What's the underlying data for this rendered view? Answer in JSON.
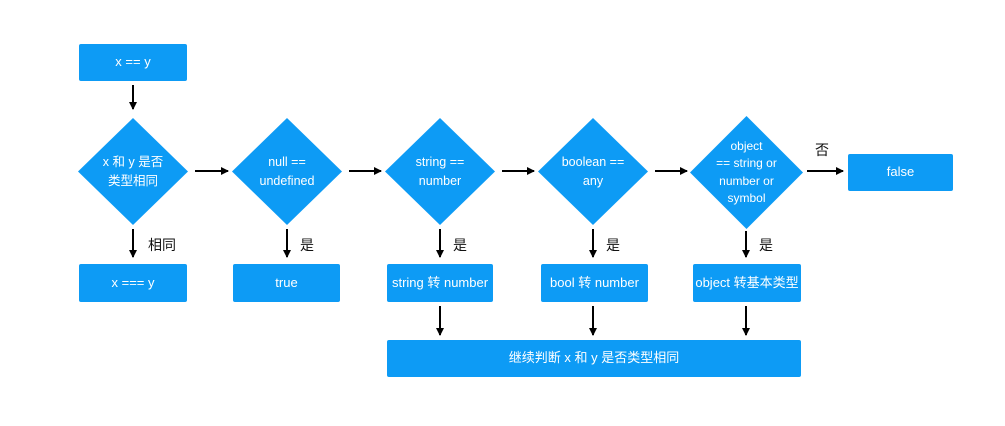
{
  "diagram_title": "JavaScript == loose equality flowchart",
  "colors": {
    "shape_fill": "#0d9bf5",
    "shape_text": "#ffffff",
    "arrow_color": "#000000",
    "edge_label_color": "#111111"
  },
  "nodes": {
    "start": "x == y",
    "type_check": "x 和 y 是否\n类型相同",
    "null_undefined": "null ==\nundefined",
    "string_number": "string ==\nnumber",
    "boolean_any": "boolean ==\nany",
    "object_primitive": "object\n== string or\nnumber or\nsymbol",
    "false_result": "false",
    "strict_equal": "x === y",
    "true_result": "true",
    "string_to_number": "string 转 number",
    "bool_to_number": "bool 转 number",
    "object_to_primitive": "object 转基本类型",
    "continue_check": "继续判断 x 和 y 是否类型相同"
  },
  "edge_labels": {
    "same": "相同",
    "yes": "是",
    "no": "否"
  }
}
